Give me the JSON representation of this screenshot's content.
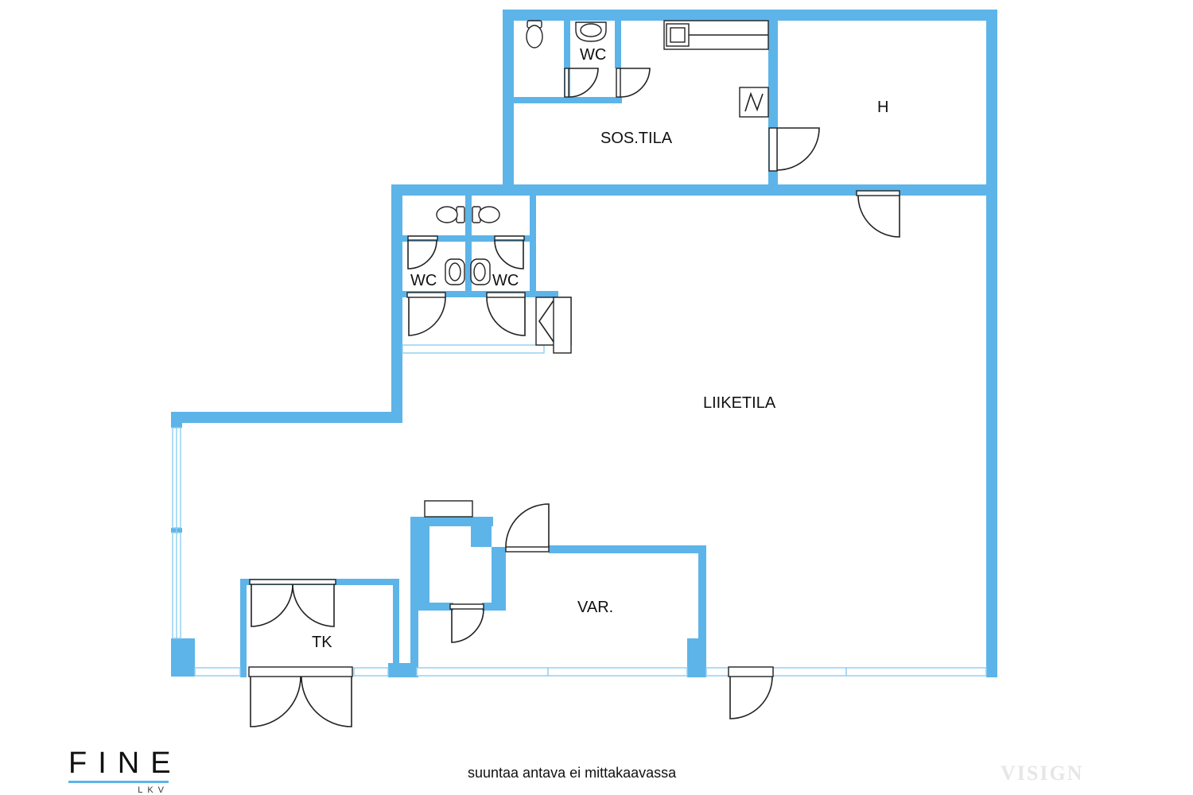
{
  "floorplan": {
    "rooms": {
      "liiketila": "LIIKETILA",
      "sos_tila": "SOS.TILA",
      "h": "H",
      "var": "VAR.",
      "tk": "TK",
      "wc_top": "WC",
      "wc_left": "WC",
      "wc_right": "WC"
    },
    "note": "suuntaa antava ei mittakaavassa"
  },
  "brand": {
    "name": "FINE",
    "sub": "LKV"
  },
  "watermark": "VISIGN",
  "colors": {
    "wall": "#5db4e8",
    "line": "#222222"
  }
}
